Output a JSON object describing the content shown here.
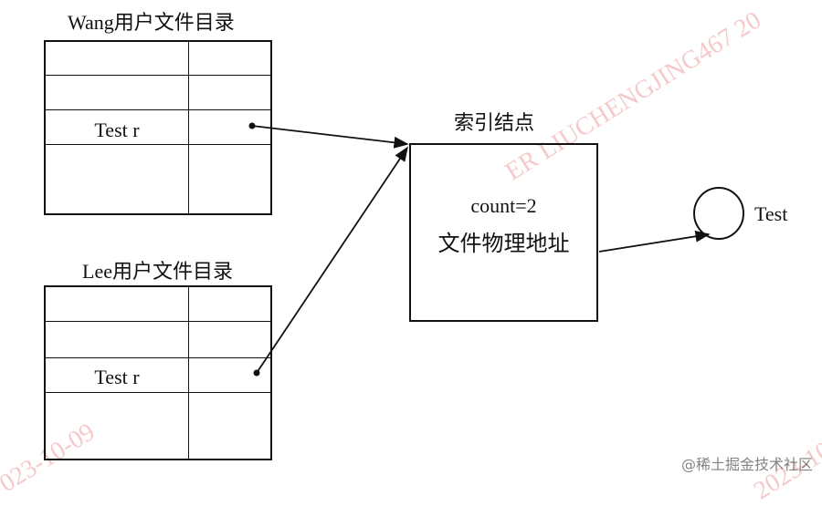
{
  "wang_dir": {
    "title": "Wang用户文件目录",
    "entry": "Test r"
  },
  "lee_dir": {
    "title": "Lee用户文件目录",
    "entry": "Test r"
  },
  "inode": {
    "title": "索引结点",
    "count": "count=2",
    "address": "文件物理地址"
  },
  "file": {
    "label": "Test"
  },
  "watermarks": {
    "top_right": "ER LIUCHENGJING467 20",
    "bottom_left": "023-10-09",
    "bottom_right": "2023-10"
  },
  "brand": "@稀土掘金技术社区",
  "colors": {
    "line": "#111111",
    "watermark": "#dc3c3c"
  }
}
